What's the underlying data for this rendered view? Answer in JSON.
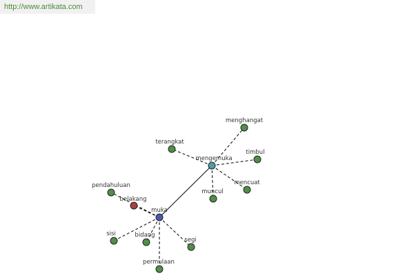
{
  "header": {
    "url": "http://www.artikata.com"
  },
  "colors": {
    "leaf": "#4f8f48",
    "muka": "#4a5aa8",
    "mengemuka": "#4aa0a8",
    "belakang": "#a84040"
  },
  "nodes": {
    "muka": "muka",
    "mengemuka": "mengemuka",
    "belakang": "belakang",
    "pendahuluan": "pendahuluan",
    "sisi": "sisi",
    "bidang": "bidang",
    "segi": "segi",
    "permulaan": "permulaan",
    "terangkat": "terangkat",
    "menghangat": "menghangat",
    "timbul": "timbul",
    "mencuat": "mencuat",
    "muncul": "muncul"
  }
}
